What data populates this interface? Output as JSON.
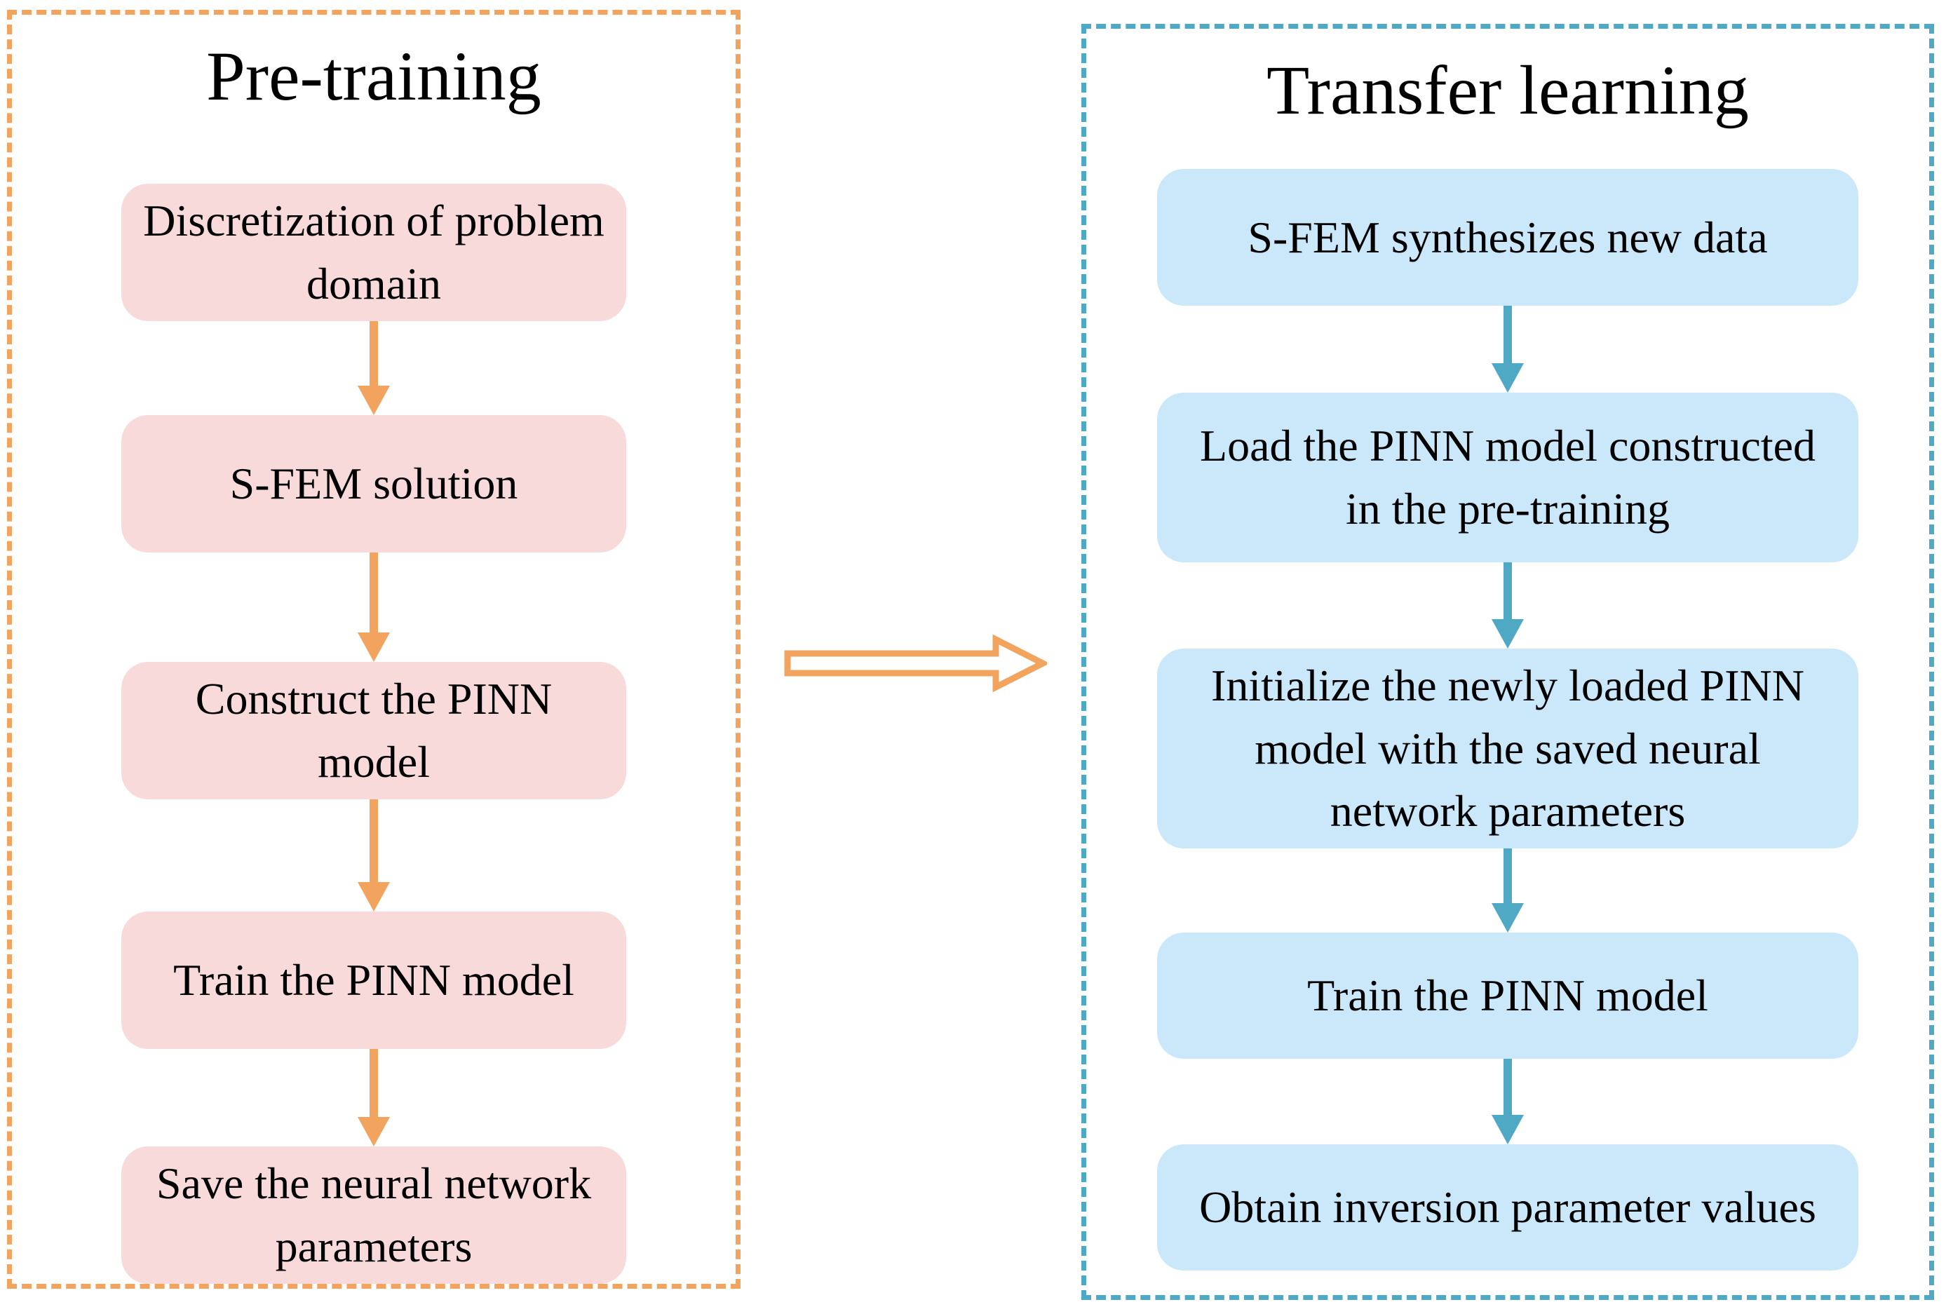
{
  "pretraining": {
    "title": "Pre-training",
    "steps": [
      {
        "label": "Discretization of problem\ndomain"
      },
      {
        "label": "S-FEM solution"
      },
      {
        "label": "Construct the PINN\nmodel"
      },
      {
        "label": "Train the PINN model"
      },
      {
        "label": "Save the neural network\nparameters"
      }
    ]
  },
  "transfer": {
    "title": "Transfer learning",
    "steps": [
      {
        "label": "S-FEM synthesizes new data"
      },
      {
        "label": "Load the PINN model constructed\nin the pre-training"
      },
      {
        "label": "Initialize the newly loaded PINN\nmodel with the saved  neural\nnetwork parameters"
      },
      {
        "label": "Train the PINN model"
      },
      {
        "label": "Obtain inversion parameter values"
      }
    ]
  },
  "connector": {
    "direction": "right"
  },
  "colors": {
    "pretraining_accent": "#F2A45F",
    "pretraining_box_fill": "#F8DADA",
    "transfer_accent": "#4FA9C4",
    "transfer_box_fill": "#CBE8FA",
    "text": "#000000",
    "background": "#FFFFFF"
  }
}
